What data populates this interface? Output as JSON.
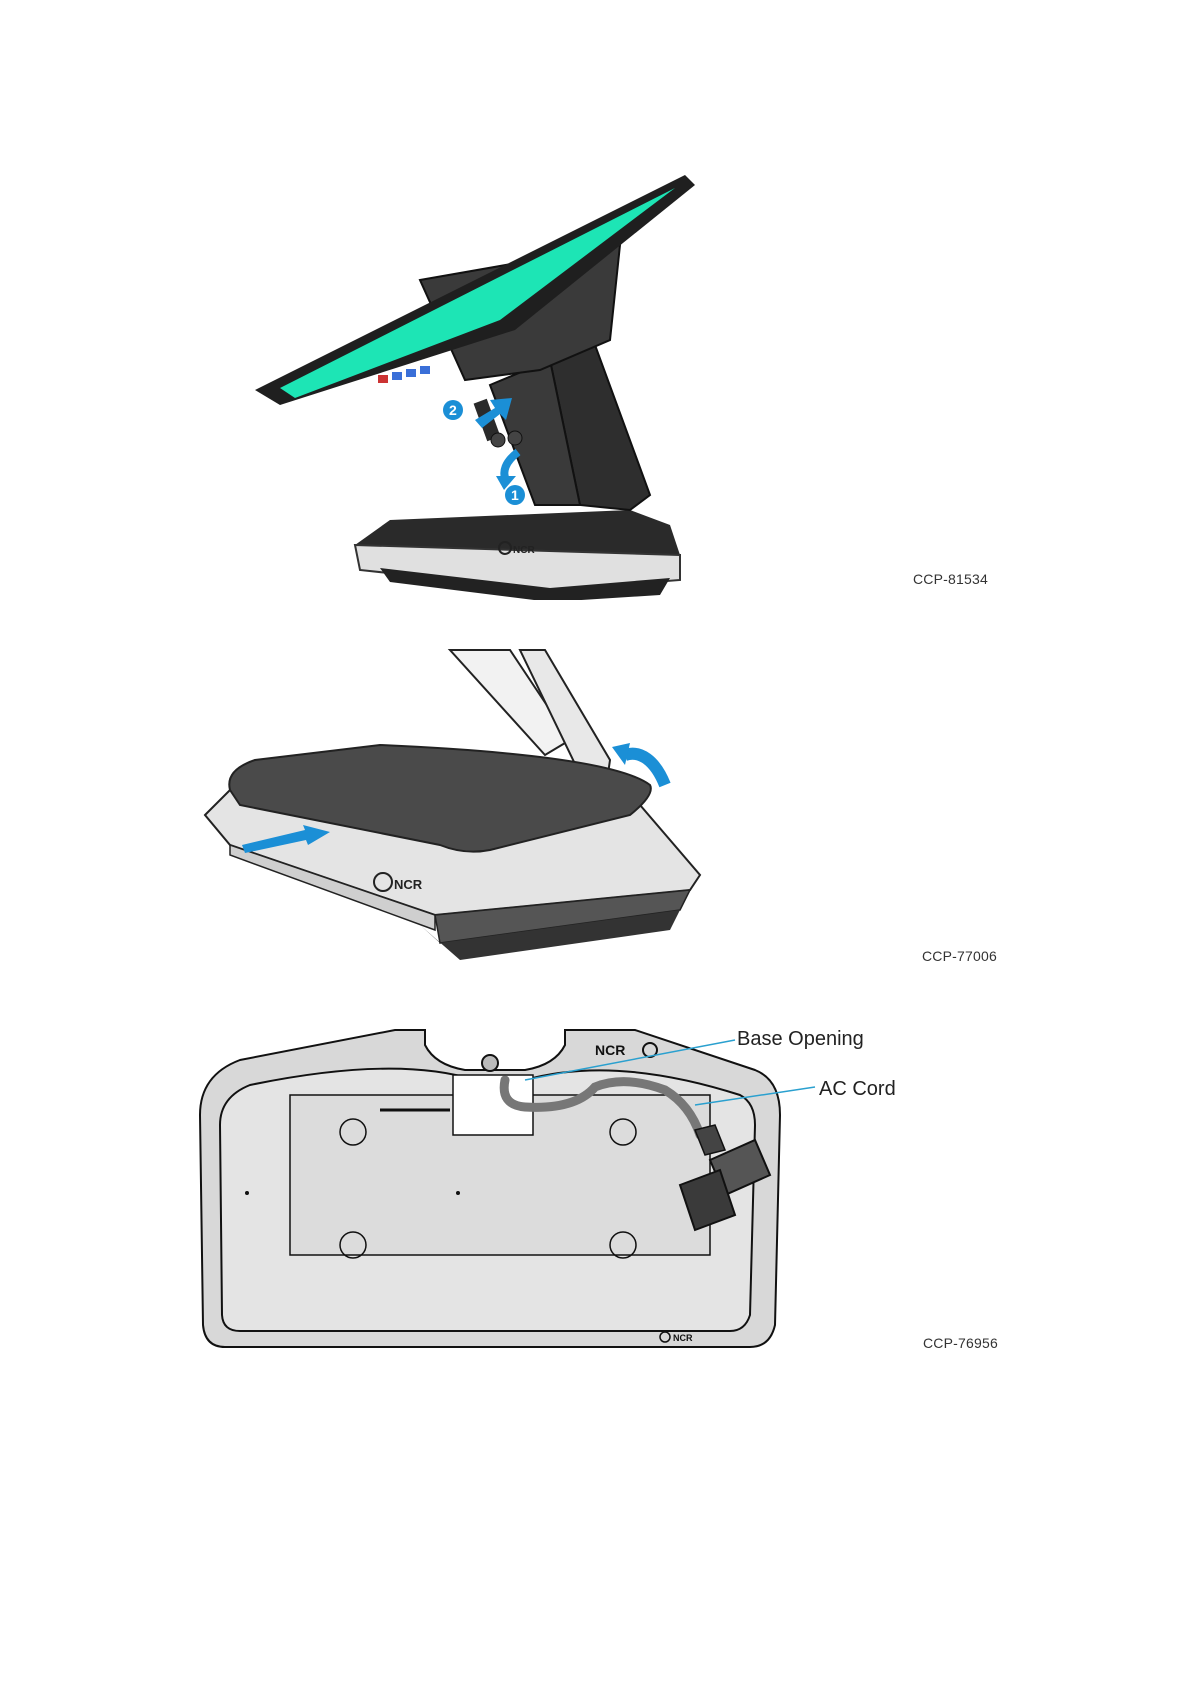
{
  "figures": [
    {
      "id": "fig1",
      "code": "CCP-81534",
      "steps": [
        "1",
        "2"
      ]
    },
    {
      "id": "fig2",
      "code": "CCP-77006"
    },
    {
      "id": "fig3",
      "code": "CCP-76956",
      "callouts": [
        "Base Opening",
        "AC Cord"
      ]
    }
  ],
  "colors": {
    "screen": "#1de5b5",
    "bezel": "#1f1f1f",
    "step_blue": "#1b8fd6",
    "base_gray": "#e6e6e6",
    "pad_dark": "#4a4a4a"
  },
  "logo_text": "NCR"
}
